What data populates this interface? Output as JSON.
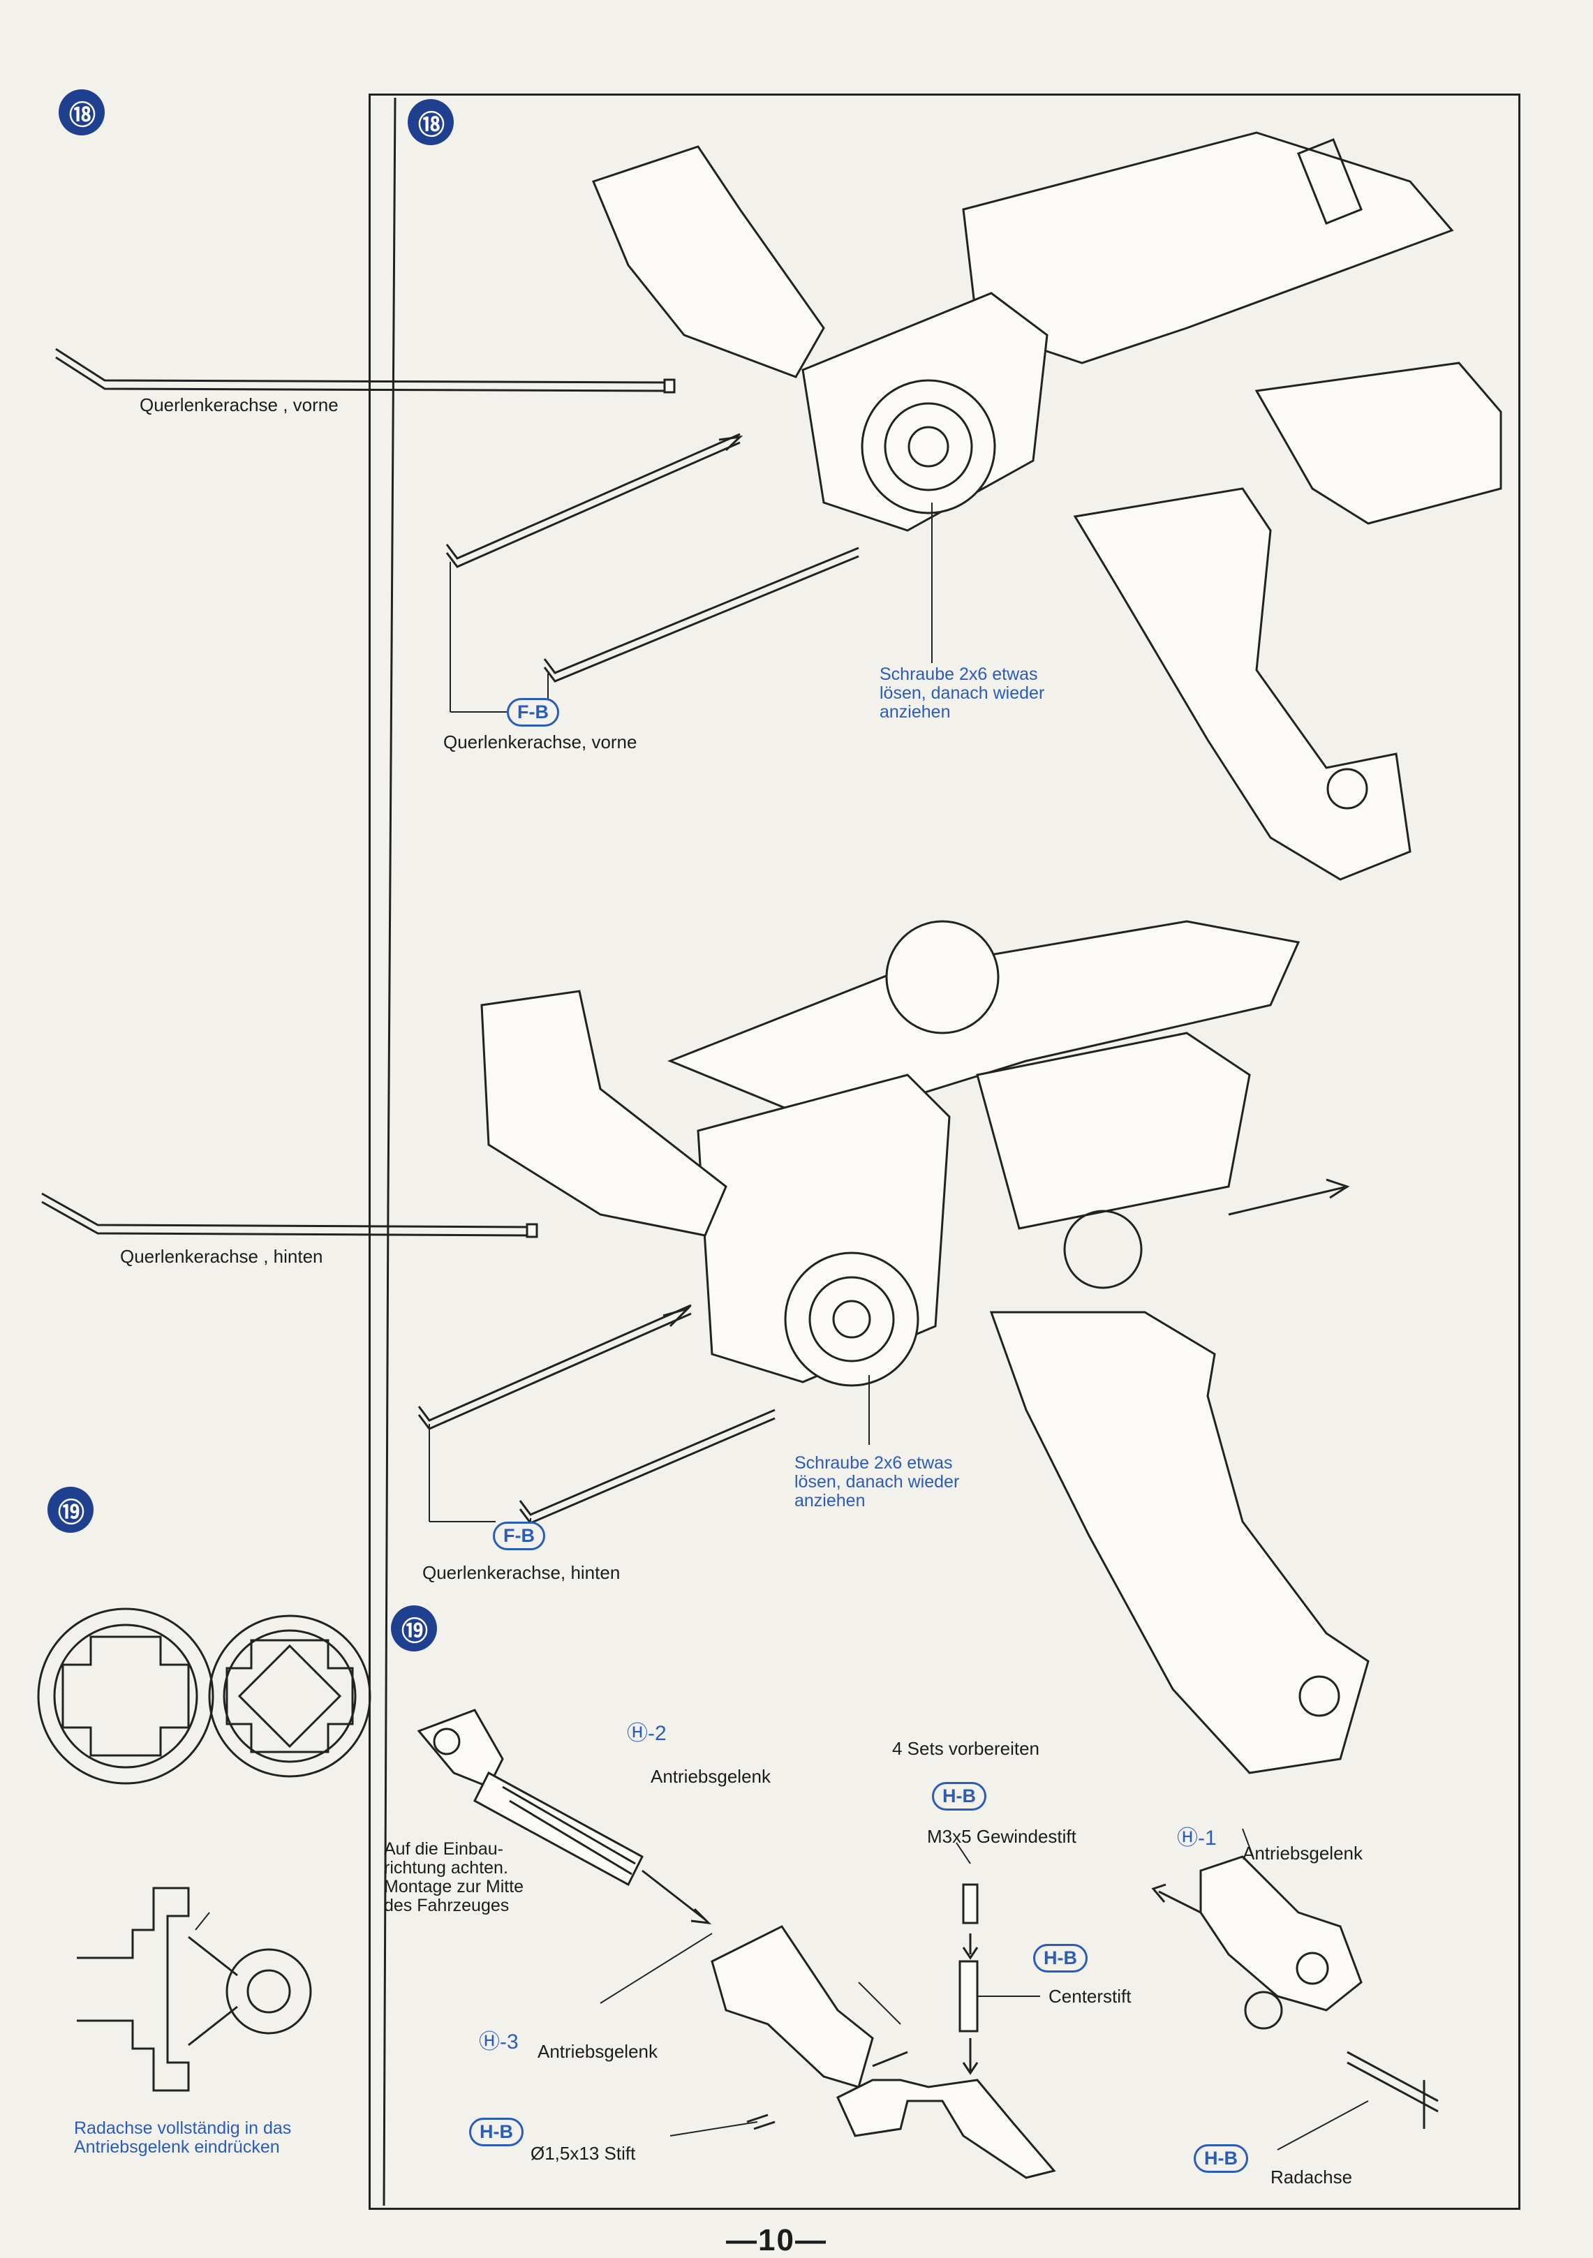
{
  "page": {
    "number": "—10—"
  },
  "steps": {
    "s18_sidebar": "⑱",
    "s18_main": "⑱",
    "s19_sidebar": "⑲",
    "s19_main": "⑲"
  },
  "sidebar": {
    "front_axle_label": "Querlenkerachse , vorne",
    "rear_axle_label": "Querlenkerachse , hinten",
    "radachse_note": [
      "Radachse vollständig in das",
      "Antriebsgelenk eindrücken"
    ]
  },
  "step18": {
    "front": {
      "part_code": "F-B",
      "axle_label": "Querlenkerachse, vorne",
      "screw_note": [
        "Schraube 2x6 etwas",
        "lösen, danach wieder",
        "anziehen"
      ]
    },
    "rear": {
      "part_code": "F-B",
      "axle_label": "Querlenkerachse, hinten",
      "screw_note": [
        "Schraube 2x6 etwas",
        "lösen, danach wieder",
        "anziehen"
      ]
    }
  },
  "step19": {
    "h2_code": "Ⓗ-2",
    "h2_label": "Antriebsgelenk",
    "prepare_note": "4 Sets vorbereiten",
    "hb_top_code": "H-B",
    "grub_screw_label": "M3x5 Gewindestift",
    "h1_code": "Ⓗ-1",
    "h1_label": "Antriebsgelenk",
    "orientation_note": [
      "Auf die Einbau-",
      "richtung achten.",
      "Montage zur Mitte",
      "des Fahrzeuges"
    ],
    "hb_center_code": "H-B",
    "center_pin_label": "Centerstift",
    "h3_code": "Ⓗ-3",
    "h3_label": "Antriebsgelenk",
    "hb_pin_code": "H-B",
    "pin_label": "Ø1,5x13 Stift",
    "hb_axle_code": "H-B",
    "axle_label": "Radachse"
  },
  "colors": {
    "accent_blue": "#2a5cb8",
    "step_badge": "#1f3f8f",
    "ink": "#222222",
    "paper": "#f3f1ec"
  }
}
